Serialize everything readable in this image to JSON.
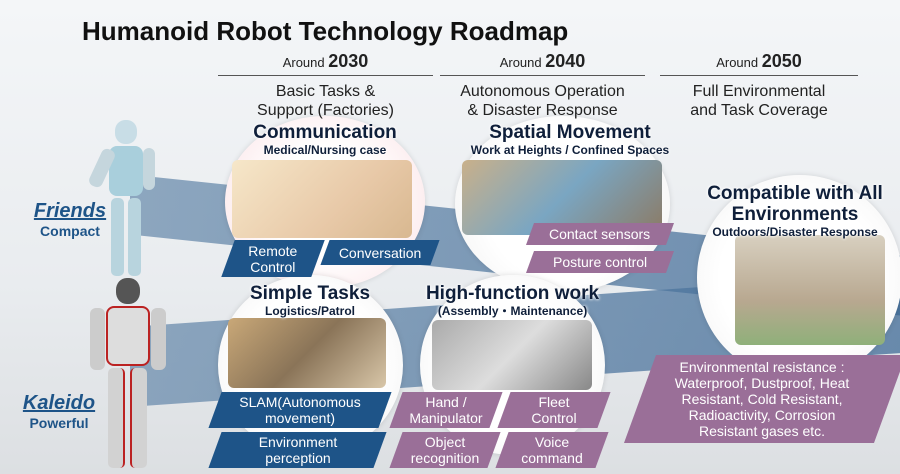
{
  "title": "Humanoid Robot Technology Roadmap",
  "eras": [
    {
      "prefix": "Around",
      "year": "2030",
      "label": "Basic Tasks & Support (Factories)"
    },
    {
      "prefix": "Around",
      "year": "2040",
      "label": "Autonomous Operation & Disaster Response"
    },
    {
      "prefix": "Around",
      "year": "2050",
      "label": "Full Environmental and Task Coverage"
    }
  ],
  "robots": [
    {
      "name": "Friends",
      "desc": "Compact"
    },
    {
      "name": "Kaleido",
      "desc": "Powerful"
    }
  ],
  "sections": {
    "communication": {
      "title": "Communication",
      "sub": "Medical/Nursing case",
      "tags": [
        "Remote Control",
        "Conversation"
      ]
    },
    "spatial": {
      "title": "Spatial Movement",
      "sub": "Work at Heights / Confined Spaces",
      "tags": [
        "Contact sensors",
        "Posture control"
      ]
    },
    "simple": {
      "title": "Simple Tasks",
      "sub": "Logistics/Patrol",
      "tags": [
        "SLAM(Autonomous movement)",
        "Environment perception"
      ]
    },
    "highfunc": {
      "title": "High-function work",
      "sub": "(Assembly・Maintenance)",
      "tags": [
        "Hand / Manipulator",
        "Fleet Control",
        "Object recognition",
        "Voice command"
      ]
    },
    "compatible": {
      "title": "Compatible with All Environments",
      "sub": "Outdoors/Disaster Response",
      "resistance_title": "Environmental resistance :",
      "resistance_text": "Waterproof, Dustproof, Heat Resistant, Cold Resistant, Radioactivity, Corrosion Resistant gases etc."
    }
  },
  "colors": {
    "blue": "#1e5488",
    "purple": "#9a6f98"
  }
}
